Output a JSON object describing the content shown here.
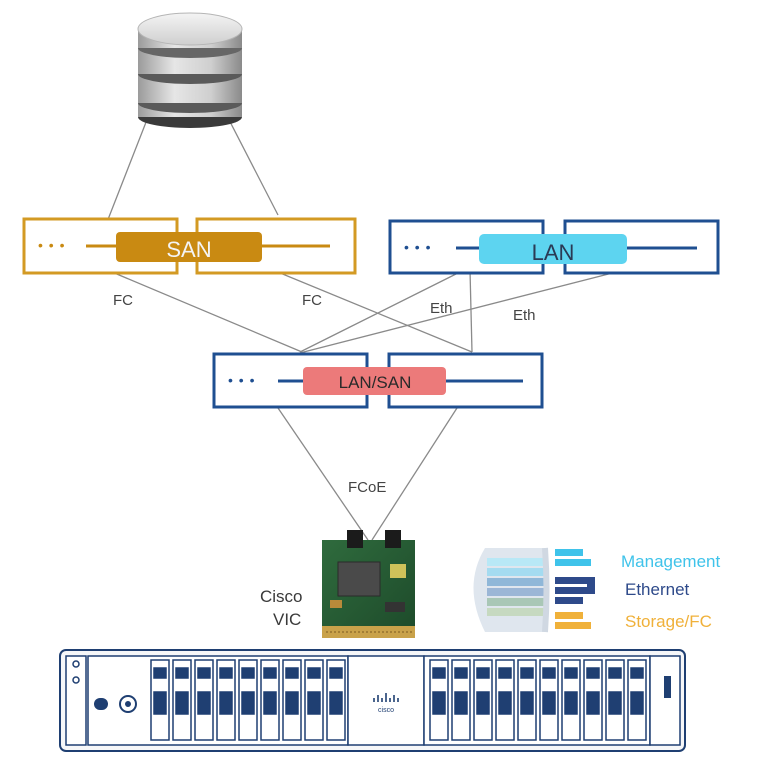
{
  "switches": {
    "san": {
      "label": "SAN",
      "dots": "• • •"
    },
    "lan": {
      "label": "LAN",
      "dots": "• • •"
    },
    "lansan": {
      "label": "LAN/SAN",
      "dots": "• • •"
    }
  },
  "links": {
    "fc_left": "FC",
    "fc_right": "FC",
    "eth_left": "Eth",
    "eth_right": "Eth",
    "fcoe": "FCoE"
  },
  "vic": {
    "line1": "Cisco",
    "line2": "VIC"
  },
  "legend": {
    "management": "Management",
    "ethernet": "Ethernet",
    "storage": "Storage/FC"
  },
  "server": {
    "logo": "cisco"
  },
  "colors": {
    "san_border": "#d39a23",
    "san_fill": "#c98a12",
    "lan_border": "#1f4f91",
    "lan_fill": "#5dd4f0",
    "lansan_fill": "#ec7a7a",
    "management": "#3fc3ea",
    "ethernet": "#2e4a8a",
    "storage": "#f0b13a"
  }
}
